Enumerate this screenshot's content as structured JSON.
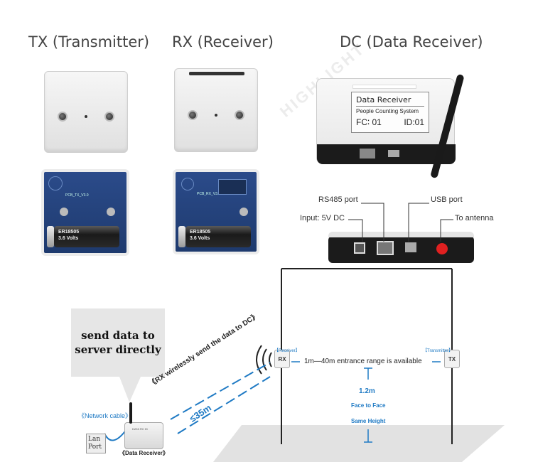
{
  "headings": {
    "tx": "TX (Transmitter)",
    "rx": "RX (Receiver)",
    "dc": "DC (Data Receiver)"
  },
  "watermark": "HIGHLIGHT",
  "pcb_labels": {
    "tx_board": "PCB_TX_V3.0",
    "rx_board": "PCB_RX_V3.0",
    "battery_tx": "ER18505\n3.6 Volts",
    "battery_rx": "ER18505\n3.6 Volts"
  },
  "dc_device": {
    "label_line1": "Data Receiver",
    "label_line2": "People Counting System",
    "fc": "FC∶ 01",
    "id": "ID:01"
  },
  "ports": {
    "rs485": "RS485 port",
    "usb": "USB port",
    "input": "Input: 5V DC",
    "antenna": "To antenna"
  },
  "diagram": {
    "bubble": "send data to\nserver directly",
    "network_cable": "《Network cable》",
    "lan_port": "Lan\nPort",
    "data_receiver_caption": "《Data Receiver》",
    "wireless_text": "《RX wirelessly send the data to DC》",
    "distance": "≤35m",
    "receiver_tag": "【Receiver】",
    "transmitter_tag": "【Transmitter】",
    "rx_box": "RX",
    "tx_box": "TX",
    "range_text": "1m—40m entrance range is available",
    "height": "1.2m",
    "face_to_face": "Face to Face",
    "same_height": "Same Height",
    "mini_receiver_lines": "DATA RC ID"
  },
  "colors": {
    "accent_blue": "#1f7ac4",
    "heading_gray": "#444444",
    "antenna_red": "#e02020"
  }
}
